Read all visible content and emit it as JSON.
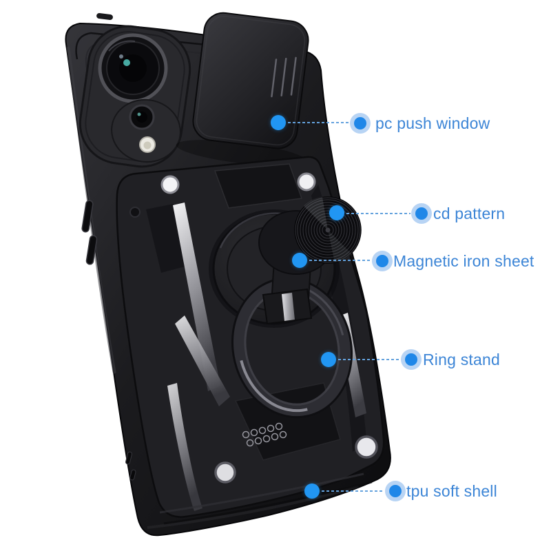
{
  "page": {
    "background_color": "#ffffff"
  },
  "palette": {
    "label_text": "#3c85d6",
    "dot_core": "#2196f3",
    "dot_halo": "rgba(47,128,224,0.34)",
    "leader_line": "#64a2dd",
    "case_black": "#1a1a1c",
    "metal_silver": "#c9c9cd"
  },
  "illustration_parts": [
    "phone-case-body",
    "slide-cover",
    "camera-lens-main",
    "camera-lens-secondary",
    "flash",
    "armor-plate",
    "metal-accent",
    "cd-pattern-disc",
    "ring-stand",
    "honeycomb-pattern",
    "screw-hole"
  ],
  "callouts": [
    {
      "id": "pc-push-window",
      "label": "pc push window"
    },
    {
      "id": "cd-pattern",
      "label": "cd pattern"
    },
    {
      "id": "magnetic-iron-sheet",
      "label": "Magnetic iron sheet"
    },
    {
      "id": "ring-stand",
      "label": "Ring stand"
    },
    {
      "id": "tpu-soft-shell",
      "label": "tpu soft shell"
    }
  ]
}
